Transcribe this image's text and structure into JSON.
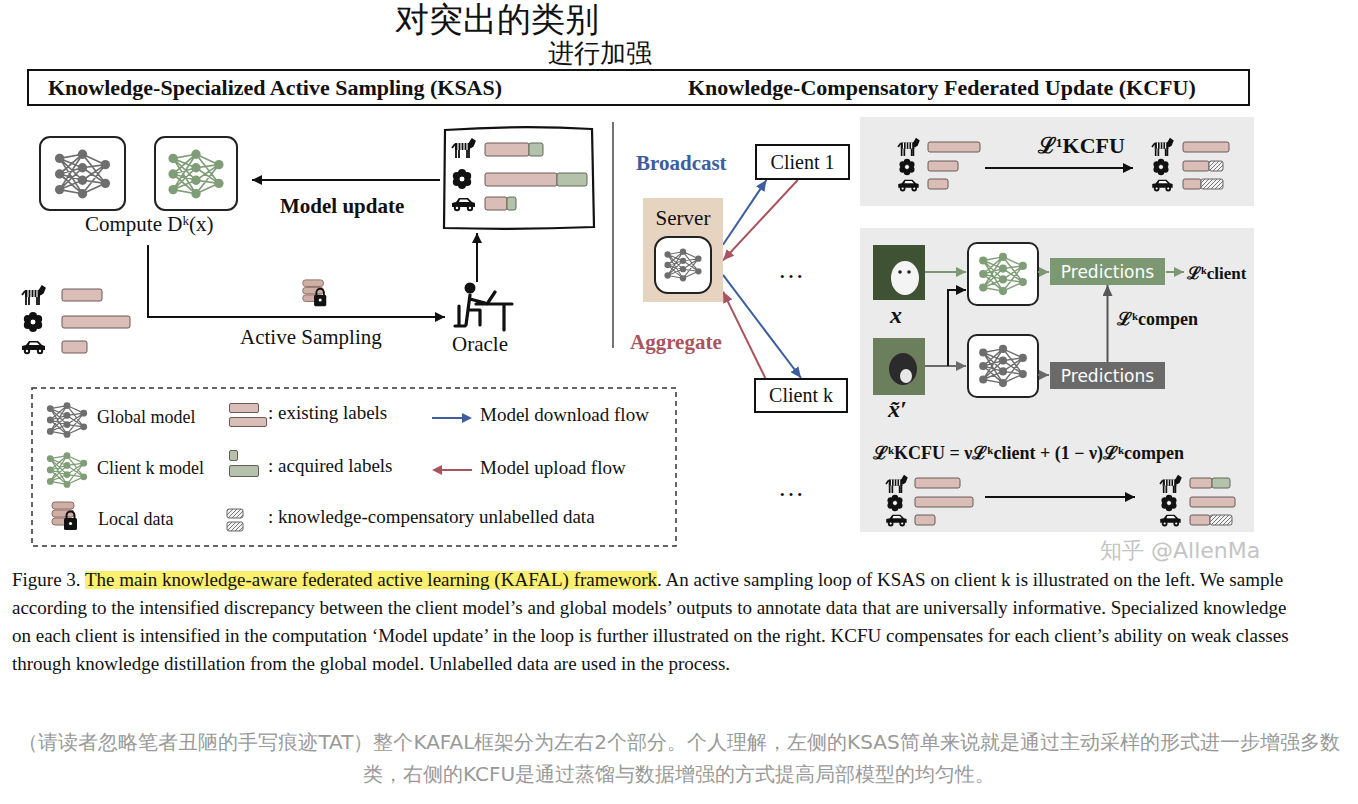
{
  "diagram": {
    "caption": "Figure 3. The main knowledge-aware federated active learning (KAFAL) framework. An active sampling loop of KSAS on client k is illustrated on the left. We sample according to the intensified discrepancy between the client model’s and global models’ outputs to annotate data that are universally informative. Specialized knowledge on each client is intensified in the computation ‘Model update’ in the loop is further illustrated on the right. KCFU compensates for each client’s ability on weak classes through knowledge distillation from the global model. Unlabelled data are used in the process.",
    "nodes": [
      {
        "text": [
          "Knowledge-Specialized Active Sampling (KSAS)",
          "Knowledge-Compensatory Federated Update (KCFU)"
        ]
      },
      {
        "text": [
          "Server"
        ]
      },
      {
        "text": [
          "Client 1"
        ]
      },
      {
        "text": [
          "Client k"
        ]
      },
      {
        "text": [
          "ℒ¹KCFU"
        ]
      },
      {
        "text": [
          "ℒᵏclient",
          "x",
          "x̃′",
          "ℒᵏKCFU = νℒᵏclient + (1 − ν)ℒᵏcompen"
        ]
      },
      {
        "text": [
          "Predictions"
        ],
        "in": 5
      },
      {
        "text": [
          "Predictions"
        ],
        "in": 5
      }
    ],
    "edges": [
      {
        "from": 1,
        "to": 2,
        "arrow": "to"
      },
      {
        "from": 2,
        "to": 1,
        "arrow": "to"
      },
      {
        "from": 1,
        "to": 3,
        "arrow": "to"
      },
      {
        "from": 3,
        "to": 1,
        "arrow": "to"
      },
      {
        "from": 7,
        "to": 6,
        "arrow": "to",
        "label": "ℒᵏcompen"
      }
    ],
    "labels": [
      "对突出的类别",
      "进行加强",
      "Compute Dᵏ(x)",
      "Model update",
      "Active Sampling",
      "Oracle",
      "Broadcast",
      "Aggregate",
      "…",
      "…",
      "知乎 @AllenMa",
      "（请读者忽略笔者丑陋的手写痕迹TAT）整个KAFAL框架分为左右2个部分。个人理解，左侧的KSAS简单来说就是通过主动采样的形式进一步增强多数类，右侧的KCFU是通过蒸馏与数据增强的方式提高局部模型的均匀性。"
    ],
    "legend": [
      {
        "text": "Global model"
      },
      {
        "text": ": existing labels",
        "color": "#d9bdb6"
      },
      {
        "text": "Model download flow"
      },
      {
        "text": "Client k model"
      },
      {
        "text": ": acquired labels",
        "color": "#b5c2ab"
      },
      {
        "text": "Model upload flow"
      },
      {
        "text": "Local data"
      },
      {
        "text": ": knowledge-compensatory unlabelled data"
      }
    ]
  }
}
